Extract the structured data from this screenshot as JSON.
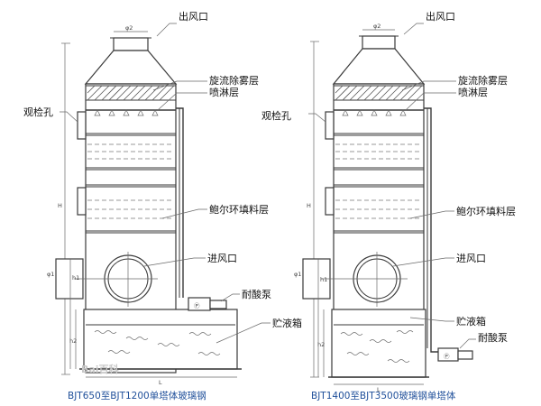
{
  "left_tower": {
    "outlet_label": "出风口",
    "demister_label": "旋流除雾层",
    "spray_label": "喷淋层",
    "inspection_label": "观检孔",
    "packing_label": "鲍尔环填料层",
    "inlet_label": "进风口",
    "pump_label": "耐酸泵",
    "tank_label": "贮液箱",
    "caption": "BJT650至BJT1200单塔体玻璃钢",
    "dim_top": "φ2",
    "dim_inlet": "φ1",
    "dim_h": "H",
    "dim_h1": "h1",
    "dim_h2": "h2",
    "dim_l": "L"
  },
  "right_tower": {
    "outlet_label": "出风口",
    "demister_label": "旋流除雾层",
    "spray_label": "喷淋层",
    "inspection_label": "观检孔",
    "packing_label": "鲍尔环填料层",
    "inlet_label": "进风口",
    "tank_label": "贮液箱",
    "pump_label": "耐酸泵",
    "caption": "BJT1400至BJT3500玻璃钢单塔体",
    "dim_top": "φ2",
    "dim_inlet": "φ1",
    "dim_h": "H",
    "dim_h1": "h1",
    "dim_h2": "h2",
    "dim_l": "L"
  },
  "watermark": "Bai百科"
}
